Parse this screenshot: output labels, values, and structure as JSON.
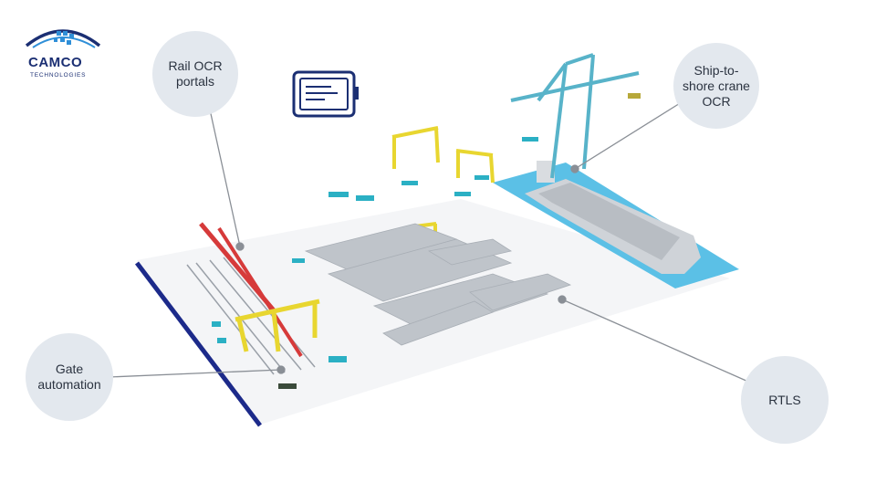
{
  "logo": {
    "title": "CAMCO",
    "subtitle": "TECHNOLOGIES",
    "color": "#1b2f73",
    "accent": "#2f8fd8"
  },
  "callouts": [
    {
      "id": "rail",
      "text": "Rail OCR portals"
    },
    {
      "id": "sts",
      "text": "Ship-to-shore crane OCR"
    },
    {
      "id": "gate",
      "text": "Gate automation"
    },
    {
      "id": "rtls",
      "text": "RTLS"
    }
  ],
  "icons": {
    "tablet": "tablet-icon"
  },
  "colors": {
    "bubble": "#e3e8ee",
    "line": "#8a8f96",
    "water": "#5bc0e6",
    "crane": "#e8d630",
    "sts_crane": "#58b3c9",
    "rail": "#d63a3a",
    "boundary": "#1c2a8a",
    "containers": "#bfc4ca"
  }
}
